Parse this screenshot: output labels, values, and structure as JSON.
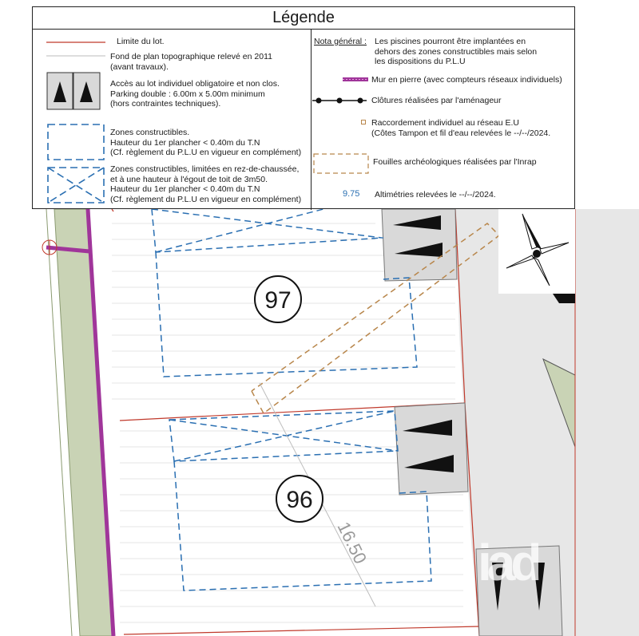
{
  "legend": {
    "title": "Légende",
    "items_left": [
      {
        "id": "limite",
        "text": "Limite du lot."
      },
      {
        "id": "fond",
        "text": "Fond de plan topographique relevé en 2011\n(avant travaux)."
      },
      {
        "id": "acces",
        "text": "Accès au lot individuel obligatoire et non clos.\nParking double : 6.00m x 5.00m minimum\n(hors contraintes techniques)."
      },
      {
        "id": "zones",
        "text": "Zones constructibles.\nHauteur du 1er plancher < 0.40m du T.N\n(Cf. règlement du P.L.U en vigueur en complément)"
      },
      {
        "id": "zones-rdc",
        "text": "Zones constructibles, limitées en rez-de-chaussée,\net à une hauteur à l'égout de toit de 3m50.\nHauteur du 1er plancher < 0.40m du T.N\n(Cf. règlement du P.L.U en vigueur en complément)"
      }
    ],
    "note_label": "Nota général :",
    "note_text": "Les piscines pourront être implantées en\ndehors des zones constructibles mais selon\nles dispositions du P.L.U",
    "items_right": [
      {
        "id": "mur",
        "text": "Mur en pierre (avec compteurs réseaux individuels)"
      },
      {
        "id": "clotures",
        "text": "Clôtures réalisées par l'aménageur"
      },
      {
        "id": "raccordement",
        "text": "Raccordement individuel au réseau E.U\n(Côtes Tampon et fil d'eau relevées le --/--/2024."
      },
      {
        "id": "fouilles",
        "text": "Fouilles archéologiques réalisées par l'Inrap"
      },
      {
        "id": "altimetries",
        "text": "Altimétries relevées le --/--/2024."
      }
    ],
    "altimetry_sample": "9.75"
  },
  "lots": [
    {
      "number": "97"
    },
    {
      "number": "96"
    }
  ],
  "dimension_label": "16.50",
  "watermark": "iad",
  "colors": {
    "lot_limit": "#c0392b",
    "zone": "#2a6fb2",
    "wall": "#a0359a",
    "road_green": "#c9d3b5",
    "access_gray": "#d9d9d9",
    "fouilles": "#b8864b",
    "clotures": "#111111"
  },
  "icons": [
    "access-triangle-icon",
    "north-arrow-icon",
    "raccordement-square-icon"
  ]
}
